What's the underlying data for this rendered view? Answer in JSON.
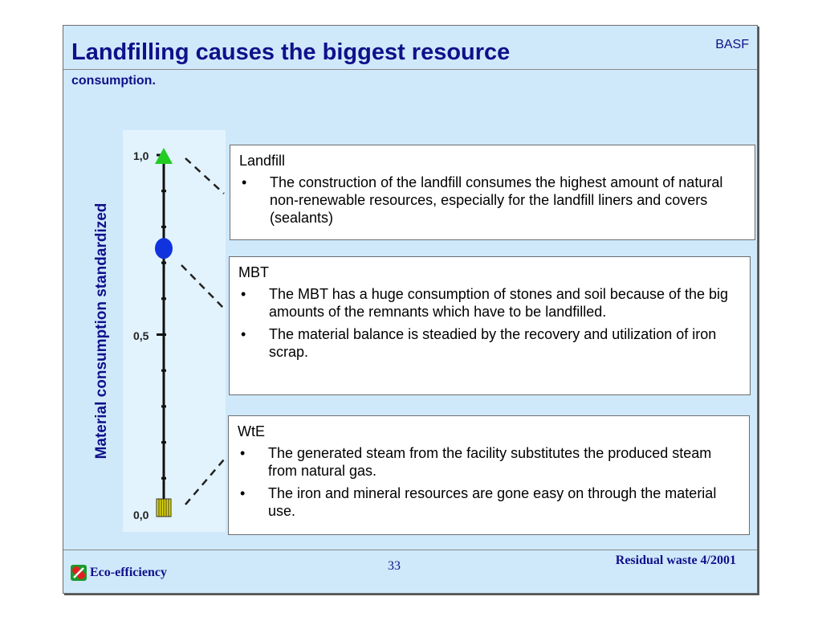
{
  "header": {
    "title": "Landfilling causes the biggest resource",
    "subtitle": "consumption.",
    "brand": "BASF"
  },
  "chart_data": {
    "type": "scatter",
    "ylabel": "Material consumption standardized",
    "ylim": [
      0,
      1
    ],
    "tick_labels": [
      "1,0",
      "0,5",
      "0,0"
    ],
    "points": [
      {
        "label": "Landfill",
        "value": 1.0,
        "marker": "triangle",
        "color": "#22cc22"
      },
      {
        "label": "MBT",
        "value": 0.74,
        "marker": "circle",
        "color": "#1133dd"
      },
      {
        "label": "WtE",
        "value": 0.0,
        "marker": "hatched-square",
        "color": "#e8e000"
      }
    ]
  },
  "boxes": [
    {
      "title": "Landfill",
      "bullets": [
        "The construction of the landfill consumes the highest amount of natural non-renewable resources, especially for the landfill liners and covers (sealants)"
      ]
    },
    {
      "title": "MBT",
      "bullets": [
        "The MBT has a huge consumption of stones and soil because of the big amounts of the remnants which have to be landfilled.",
        "The material balance is steadied by the recovery and utilization of iron scrap."
      ]
    },
    {
      "title": "WtE",
      "bullets": [
        "The generated steam from the facility substitutes the produced steam from natural gas.",
        "The iron and mineral resources are gone easy on through the material use."
      ]
    }
  ],
  "footer": {
    "left": "Eco-efficiency",
    "page": "33",
    "right": "Residual waste 4/2001",
    "logo_icon": "eco-efficiency-logo-icon"
  }
}
